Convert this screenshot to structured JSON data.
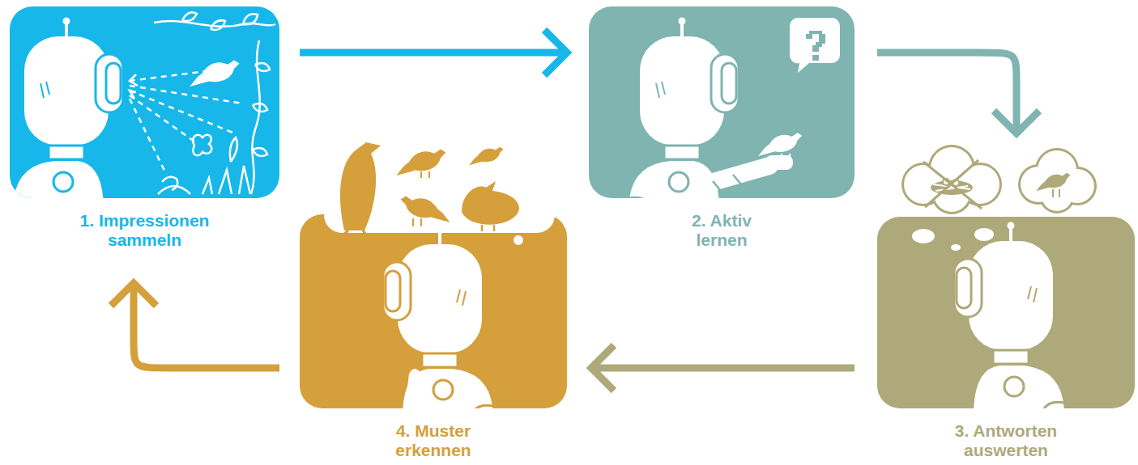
{
  "diagram": {
    "nodes": [
      {
        "text": [
          "1. Impressionen sammeln"
        ]
      },
      {
        "text": [
          "2. Aktiv lernen"
        ]
      },
      {
        "text": [
          "3. Antworten auswerten"
        ]
      },
      {
        "text": [
          "4. Muster erkennen"
        ]
      }
    ],
    "edges": [
      {
        "from": 0,
        "to": 1,
        "arrow": "to"
      },
      {
        "from": 1,
        "to": 2,
        "arrow": "to"
      },
      {
        "from": 2,
        "to": 3,
        "arrow": "to"
      },
      {
        "from": 3,
        "to": 0,
        "arrow": "to"
      }
    ]
  }
}
